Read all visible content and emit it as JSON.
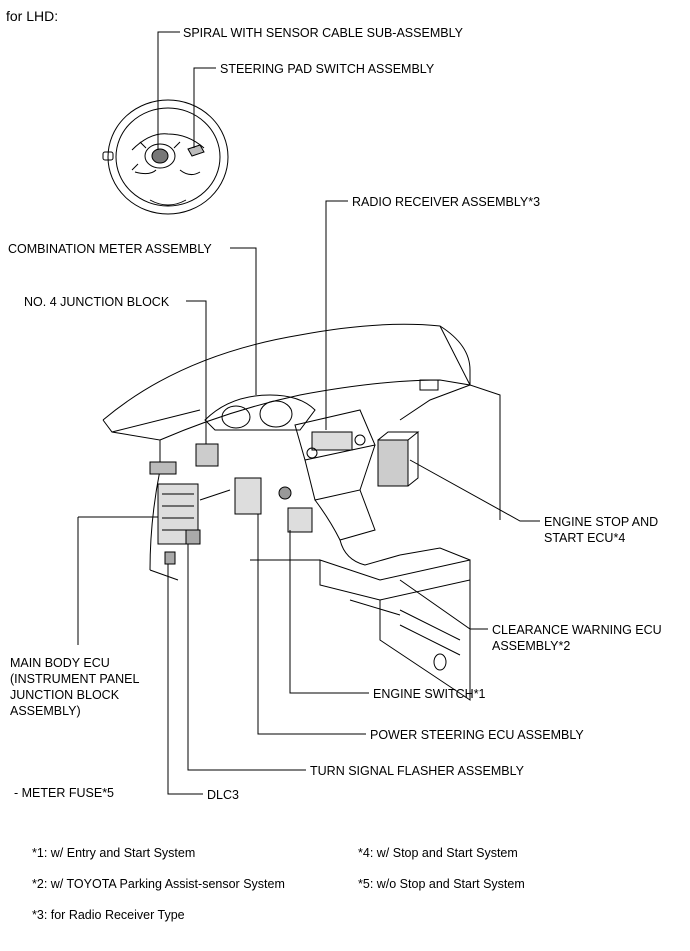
{
  "heading": "for LHD:",
  "callouts": {
    "spiral": "SPIRAL WITH SENSOR CABLE SUB-ASSEMBLY",
    "steering_pad": "STEERING PAD SWITCH ASSEMBLY",
    "radio": "RADIO RECEIVER ASSEMBLY*3",
    "combination_meter": "COMBINATION METER ASSEMBLY",
    "junction_block": "NO. 4 JUNCTION BLOCK",
    "engine_stop_ecu_line1": "ENGINE STOP AND",
    "engine_stop_ecu_line2": "START ECU*4",
    "clearance_line1": "CLEARANCE WARNING ECU",
    "clearance_line2": "ASSEMBLY*2",
    "main_body_line1": "MAIN BODY ECU",
    "main_body_line2": "(INSTRUMENT PANEL",
    "main_body_line3": "JUNCTION BLOCK",
    "main_body_line4": "ASSEMBLY)",
    "engine_switch": "ENGINE SWITCH*1",
    "power_steering": "POWER STEERING ECU ASSEMBLY",
    "turn_signal": "TURN SIGNAL FLASHER ASSEMBLY",
    "meter_fuse": "- METER FUSE*5",
    "dlc3": "DLC3"
  },
  "notes": {
    "n1": "*1: w/ Entry and Start System",
    "n2": "*2: w/ TOYOTA Parking Assist-sensor System",
    "n3": "*3: for Radio Receiver Type",
    "n4": "*4: w/ Stop and Start System",
    "n5": "*5: w/o Stop and Start System"
  }
}
